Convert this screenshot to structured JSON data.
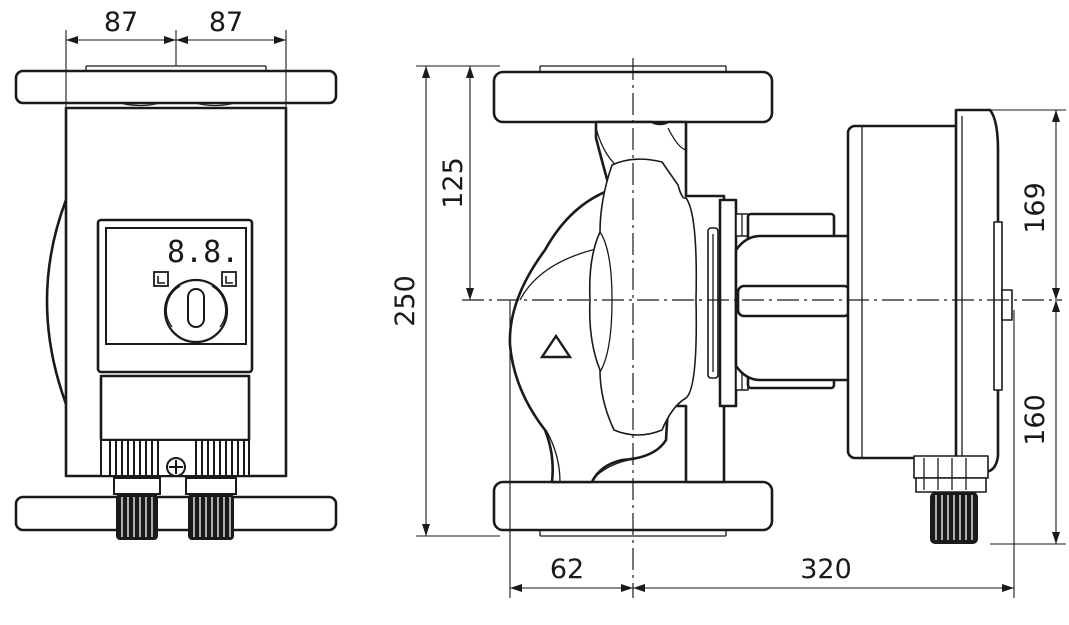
{
  "dimensions": {
    "front_half_left": "87",
    "front_half_right": "87",
    "overall_height": "250",
    "upper_height": "125",
    "head_upper": "169",
    "head_lower": "160",
    "flange_offset": "62",
    "head_depth": "320"
  },
  "display": {
    "readout": "8.8."
  },
  "colors": {
    "line": "#1a1a1a",
    "background": "#ffffff",
    "display_panel": "#1a1a1a"
  },
  "icons": {
    "flow_arrow": "triangle-up-icon",
    "buttons": "corner-bracket-icon",
    "knob": "rotary-knob-icon"
  }
}
